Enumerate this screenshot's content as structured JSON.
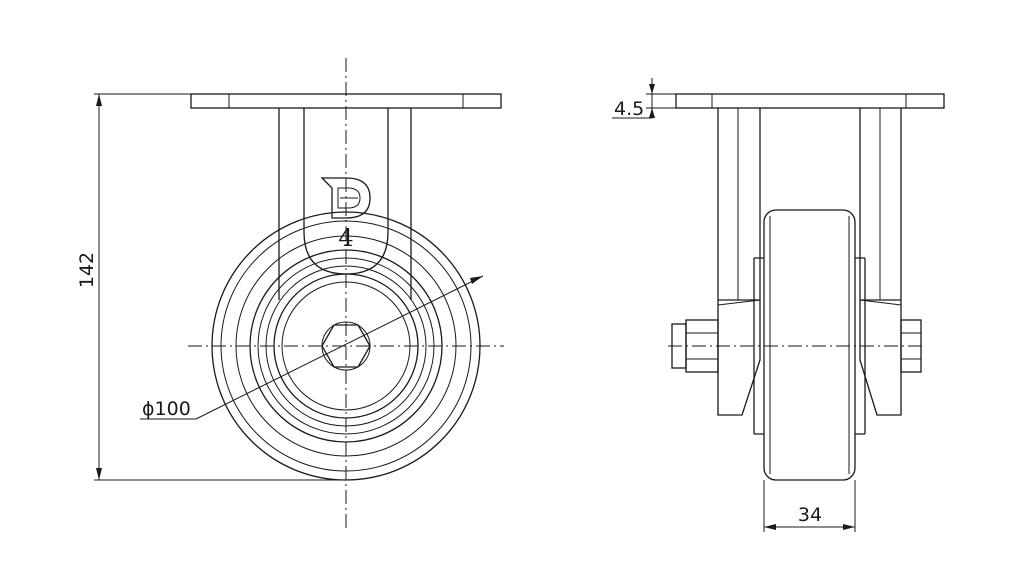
{
  "dimensions": {
    "overall_height": "142",
    "wheel_diameter": "ϕ100",
    "plate_thickness": "4.5",
    "wheel_width": "34"
  },
  "logo": {
    "letter_mark": "D",
    "number": "4"
  },
  "colors": {
    "line": "#1a1a1a",
    "background": "#ffffff"
  }
}
